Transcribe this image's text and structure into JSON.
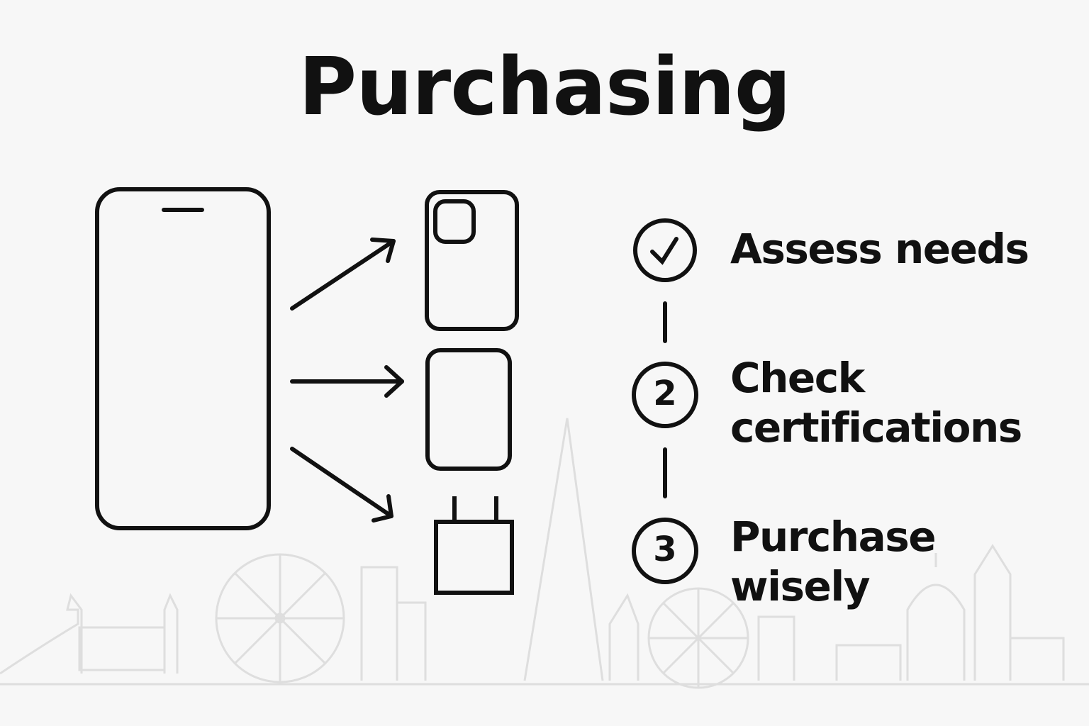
{
  "title": "Purchasing",
  "steps": [
    {
      "marker": "check-icon",
      "lines": [
        "Assess needs"
      ]
    },
    {
      "marker": "2",
      "lines": [
        "Check",
        "certifications"
      ]
    },
    {
      "marker": "3",
      "lines": [
        "Purchase",
        "wisely"
      ]
    }
  ],
  "colors": {
    "background": "#f7f7f7",
    "ink": "#111111",
    "skyline": "#dcdcdc"
  }
}
